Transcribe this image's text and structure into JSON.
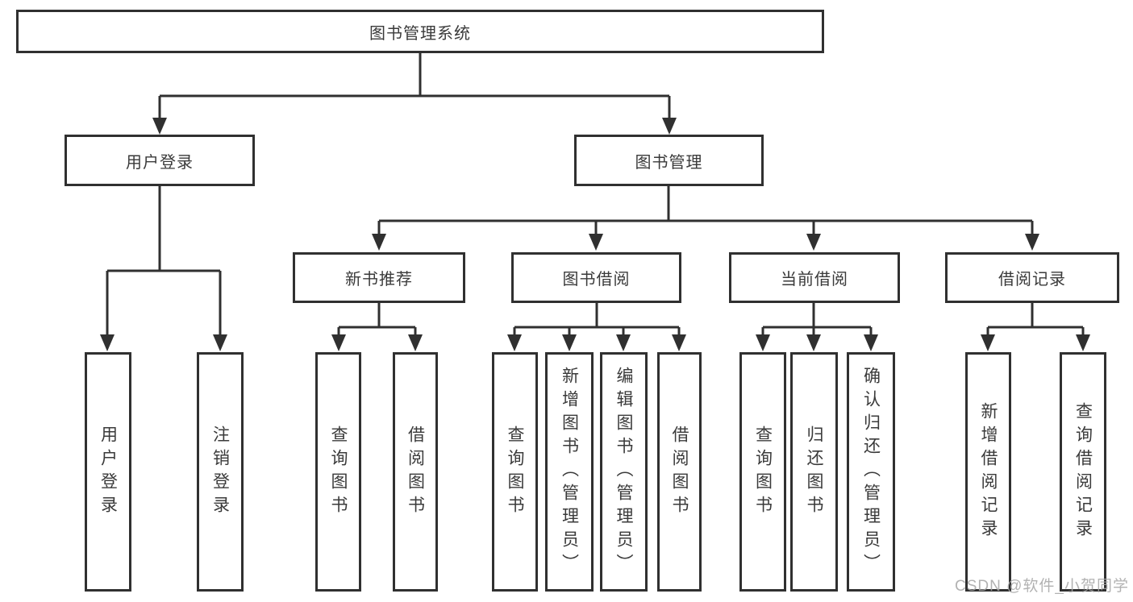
{
  "tree": {
    "root": {
      "label": "图书管理系统"
    },
    "branches": [
      {
        "label": "用户登录",
        "children": [
          {
            "label": "用户登录"
          },
          {
            "label": "注销登录"
          }
        ]
      },
      {
        "label": "图书管理",
        "children": [
          {
            "label": "新书推荐",
            "children": [
              {
                "label": "查询图书"
              },
              {
                "label": "借阅图书"
              }
            ]
          },
          {
            "label": "图书借阅",
            "children": [
              {
                "label": "查询图书"
              },
              {
                "label": "新增图书（管理员）"
              },
              {
                "label": "编辑图书（管理员）"
              },
              {
                "label": "借阅图书"
              }
            ]
          },
          {
            "label": "当前借阅",
            "children": [
              {
                "label": "查询图书"
              },
              {
                "label": "归还图书"
              },
              {
                "label": "确认归还（管理员）"
              }
            ]
          },
          {
            "label": "借阅记录",
            "children": [
              {
                "label": "新增借阅记录"
              },
              {
                "label": "查询借阅记录"
              }
            ]
          }
        ]
      }
    ]
  },
  "watermark": {
    "text": "CSDN @软件_小贺同学"
  },
  "colors": {
    "line": "#303030",
    "box_border": "#303030",
    "text": "#3a3a3a",
    "background": "#ffffff",
    "watermark": "#a4a4a4"
  }
}
